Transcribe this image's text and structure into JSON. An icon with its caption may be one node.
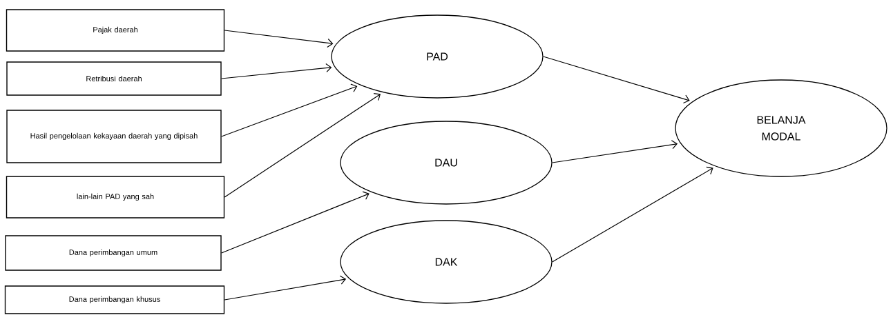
{
  "diagram": {
    "nodes": [
      {
        "text": [
          "Pajak daerah"
        ]
      },
      {
        "text": [
          "Retribusi daerah"
        ]
      },
      {
        "text": [
          "Hasil pengelolaan kekayaan daerah yang dipisah"
        ]
      },
      {
        "text": [
          "lain-lain PAD yang sah"
        ]
      },
      {
        "text": [
          "Dana perimbangan umum"
        ]
      },
      {
        "text": [
          "Dana perimbangan khusus"
        ]
      },
      {
        "text": [
          "PAD"
        ]
      },
      {
        "text": [
          "DAU"
        ]
      },
      {
        "text": [
          "DAK"
        ]
      },
      {
        "text": [
          "BELANJA MODAL"
        ]
      }
    ],
    "edges": [
      {
        "from": 0,
        "to": 6,
        "arrow": "to"
      },
      {
        "from": 1,
        "to": 6,
        "arrow": "to"
      },
      {
        "from": 2,
        "to": 6,
        "arrow": "to"
      },
      {
        "from": 3,
        "to": 6,
        "arrow": "to"
      },
      {
        "from": 4,
        "to": 7,
        "arrow": "to"
      },
      {
        "from": 5,
        "to": 8,
        "arrow": "to"
      },
      {
        "from": 6,
        "to": 9,
        "arrow": "to"
      },
      {
        "from": 7,
        "to": 9,
        "arrow": "to"
      },
      {
        "from": 8,
        "to": 9,
        "arrow": "to"
      }
    ]
  }
}
